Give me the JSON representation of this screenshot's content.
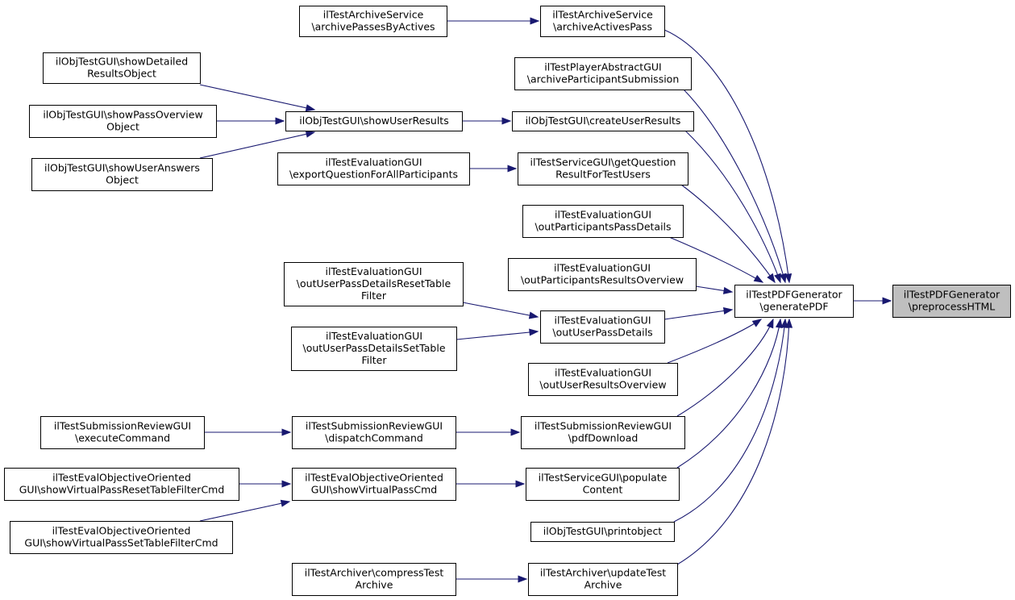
{
  "nodes": [
    {
      "id": "preprocess",
      "lines": [
        "ilTestPDFGenerator",
        "\\preprocessHTML"
      ],
      "focus": true
    },
    {
      "id": "generatePDF",
      "lines": [
        "ilTestPDFGenerator",
        "\\generatePDF"
      ]
    },
    {
      "id": "archiveActivesPass",
      "lines": [
        "ilTestArchiveService",
        "\\archiveActivesPass"
      ]
    },
    {
      "id": "archivePassesByActives",
      "lines": [
        "ilTestArchiveService",
        "\\archivePassesByActives"
      ]
    },
    {
      "id": "archiveParticipantSubmission",
      "lines": [
        "ilTestPlayerAbstractGUI",
        "\\archiveParticipantSubmission"
      ]
    },
    {
      "id": "showDetailedResultsObject",
      "lines": [
        "ilObjTestGUI\\showDetailed",
        "ResultsObject"
      ]
    },
    {
      "id": "showPassOverviewObject",
      "lines": [
        "ilObjTestGUI\\showPassOverview",
        "Object"
      ]
    },
    {
      "id": "showUserAnswersObject",
      "lines": [
        "ilObjTestGUI\\showUserAnswers",
        "Object"
      ]
    },
    {
      "id": "showUserResults",
      "lines": [
        "ilObjTestGUI\\showUserResults"
      ]
    },
    {
      "id": "createUserResults",
      "lines": [
        "ilObjTestGUI\\createUserResults"
      ]
    },
    {
      "id": "exportQuestionForAllParticipants",
      "lines": [
        "ilTestEvaluationGUI",
        "\\exportQuestionForAllParticipants"
      ]
    },
    {
      "id": "getQuestionResultForTestUsers",
      "lines": [
        "ilTestServiceGUI\\getQuestion",
        "ResultForTestUsers"
      ]
    },
    {
      "id": "outParticipantsPassDetails",
      "lines": [
        "ilTestEvaluationGUI",
        "\\outParticipantsPassDetails"
      ]
    },
    {
      "id": "outParticipantsResultsOverview",
      "lines": [
        "ilTestEvaluationGUI",
        "\\outParticipantsResultsOverview"
      ]
    },
    {
      "id": "outUserPassDetailsResetTableFilter",
      "lines": [
        "ilTestEvaluationGUI",
        "\\outUserPassDetailsResetTable",
        "Filter"
      ]
    },
    {
      "id": "outUserPassDetailsSetTableFilter",
      "lines": [
        "ilTestEvaluationGUI",
        "\\outUserPassDetailsSetTable",
        "Filter"
      ]
    },
    {
      "id": "outUserPassDetails",
      "lines": [
        "ilTestEvaluationGUI",
        "\\outUserPassDetails"
      ]
    },
    {
      "id": "outUserResultsOverview",
      "lines": [
        "ilTestEvaluationGUI",
        "\\outUserResultsOverview"
      ]
    },
    {
      "id": "executeCommand",
      "lines": [
        "ilTestSubmissionReviewGUI",
        "\\executeCommand"
      ]
    },
    {
      "id": "dispatchCommand",
      "lines": [
        "ilTestSubmissionReviewGUI",
        "\\dispatchCommand"
      ]
    },
    {
      "id": "pdfDownload",
      "lines": [
        "ilTestSubmissionReviewGUI",
        "\\pdfDownload"
      ]
    },
    {
      "id": "showVirtualPassResetTableFilterCmd",
      "lines": [
        "ilTestEvalObjectiveOriented",
        "GUI\\showVirtualPassResetTableFilterCmd"
      ]
    },
    {
      "id": "showVirtualPassSetTableFilterCmd",
      "lines": [
        "ilTestEvalObjectiveOriented",
        "GUI\\showVirtualPassSetTableFilterCmd"
      ]
    },
    {
      "id": "showVirtualPassCmd",
      "lines": [
        "ilTestEvalObjectiveOriented",
        "GUI\\showVirtualPassCmd"
      ]
    },
    {
      "id": "populateContent",
      "lines": [
        "ilTestServiceGUI\\populate",
        "Content"
      ]
    },
    {
      "id": "printobject",
      "lines": [
        "ilObjTestGUI\\printobject"
      ]
    },
    {
      "id": "compressTestArchive",
      "lines": [
        "ilTestArchiver\\compressTest",
        "Archive"
      ]
    },
    {
      "id": "updateTestArchive",
      "lines": [
        "ilTestArchiver\\updateTest",
        "Archive"
      ]
    }
  ],
  "edges": [
    {
      "from": "generatePDF",
      "to": "preprocess"
    },
    {
      "from": "archiveActivesPass",
      "to": "generatePDF"
    },
    {
      "from": "archivePassesByActives",
      "to": "archiveActivesPass"
    },
    {
      "from": "archiveParticipantSubmission",
      "to": "generatePDF"
    },
    {
      "from": "createUserResults",
      "to": "generatePDF"
    },
    {
      "from": "showUserResults",
      "to": "createUserResults"
    },
    {
      "from": "showDetailedResultsObject",
      "to": "showUserResults"
    },
    {
      "from": "showPassOverviewObject",
      "to": "showUserResults"
    },
    {
      "from": "showUserAnswersObject",
      "to": "showUserResults"
    },
    {
      "from": "getQuestionResultForTestUsers",
      "to": "generatePDF"
    },
    {
      "from": "exportQuestionForAllParticipants",
      "to": "getQuestionResultForTestUsers"
    },
    {
      "from": "outParticipantsPassDetails",
      "to": "generatePDF"
    },
    {
      "from": "outParticipantsResultsOverview",
      "to": "generatePDF"
    },
    {
      "from": "outUserPassDetails",
      "to": "generatePDF"
    },
    {
      "from": "outUserPassDetailsResetTableFilter",
      "to": "outUserPassDetails"
    },
    {
      "from": "outUserPassDetailsSetTableFilter",
      "to": "outUserPassDetails"
    },
    {
      "from": "outUserResultsOverview",
      "to": "generatePDF"
    },
    {
      "from": "pdfDownload",
      "to": "generatePDF"
    },
    {
      "from": "dispatchCommand",
      "to": "pdfDownload"
    },
    {
      "from": "executeCommand",
      "to": "dispatchCommand"
    },
    {
      "from": "populateContent",
      "to": "generatePDF"
    },
    {
      "from": "showVirtualPassCmd",
      "to": "populateContent"
    },
    {
      "from": "showVirtualPassResetTableFilterCmd",
      "to": "showVirtualPassCmd"
    },
    {
      "from": "showVirtualPassSetTableFilterCmd",
      "to": "showVirtualPassCmd"
    },
    {
      "from": "printobject",
      "to": "generatePDF"
    },
    {
      "from": "updateTestArchive",
      "to": "generatePDF"
    },
    {
      "from": "compressTestArchive",
      "to": "updateTestArchive"
    }
  ]
}
